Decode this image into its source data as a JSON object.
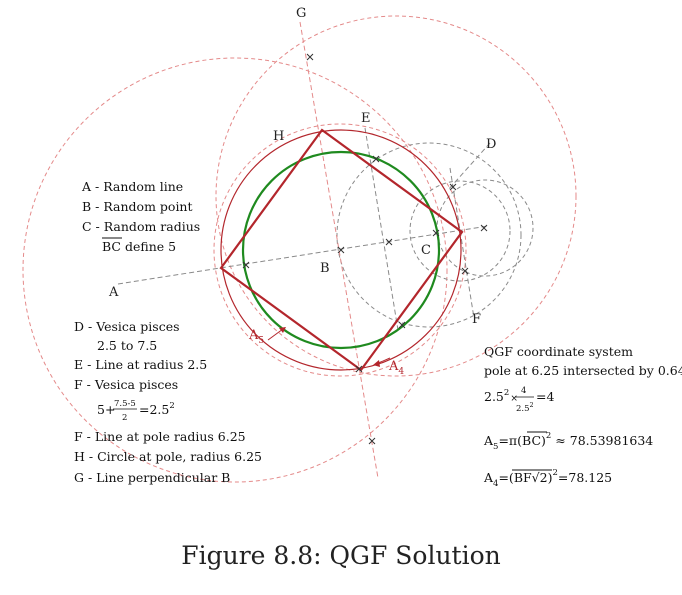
{
  "points": {
    "G": "G",
    "H": "H",
    "E": "E",
    "D": "D",
    "C": "C",
    "B": "B",
    "A": "A",
    "F": "F"
  },
  "legend_top": {
    "a": "A - Random line",
    "b": "B - Random point",
    "c": "C - Random radius",
    "bc_bar": "BC",
    "bc_rest": " define 5"
  },
  "legend_bottom": {
    "d": "D - Vesica pisces",
    "d_range": "2.5 to 7.5",
    "e": "E - Line at radius 2.5",
    "f": "F - Vesica pisces",
    "f_base": "5+",
    "f_num": "7.5-5",
    "f_den": "2",
    "f_eq": "=2.5",
    "f_exp": "2",
    "f2": "F - Line at pole radius 6.25",
    "h": "H - Circle at pole, radius 6.25",
    "g": "G - Line perpendicular B"
  },
  "markers": {
    "a5_base": "A",
    "a5_sub": "5",
    "a4_base": "A",
    "a4_sub": "4"
  },
  "qgf": {
    "line1": "QGF coordinate system",
    "line2": "pole at 6.25 intersected by 0.64",
    "eq1_base": "2.5",
    "eq1_exp": "2",
    "eq1_times": "×",
    "eq1_num": "4",
    "eq1_den_base": "2.5",
    "eq1_den_exp": "2",
    "eq1_result": "=4",
    "eq2_a": "A",
    "eq2_sub": "5",
    "eq2_eq": "=π(",
    "eq2_bc": "BC",
    "eq2_close": ")",
    "eq2_exp": "2",
    "eq2_result": " ≈ 78.53981634",
    "eq3_a": "A",
    "eq3_sub": "4",
    "eq3_eq": "=(",
    "eq3_bf": "BF",
    "eq3_root": "√2",
    "eq3_close": ")",
    "eq3_exp": "2",
    "eq3_result": "=78.125"
  },
  "caption": "Figure 8.8: QGF Solution",
  "colors": {
    "red": "#b3262c",
    "green": "#1f8a1f",
    "dashed_red": "#e48a8a",
    "dashed_gray": "#8a8a8a"
  }
}
